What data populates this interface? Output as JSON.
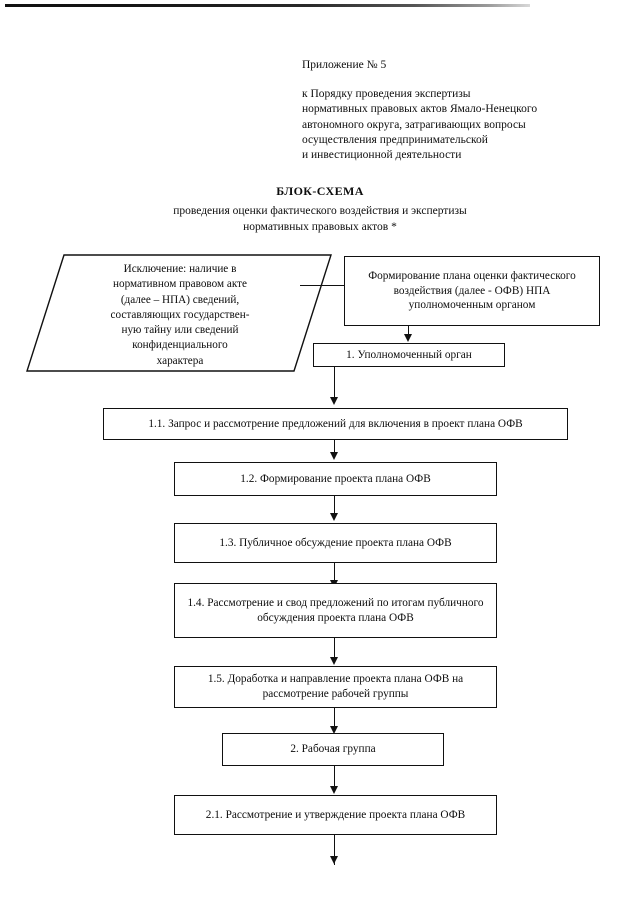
{
  "header": {
    "appendix": "Приложение № 5",
    "lines": [
      "к Порядку проведения экспертизы",
      "нормативных правовых актов  Ямало-Ненецкого",
      "автономного округа, затрагивающих вопросы",
      "осуществления предпринимательской",
      "и инвестиционной деятельности"
    ]
  },
  "title": {
    "main": "БЛОК-СХЕМА",
    "subtitle_line1": "проведения оценки фактического воздействия и экспертизы",
    "subtitle_line2": "нормативных правовых актов *"
  },
  "exception": {
    "lines": [
      "Исключение: наличие в",
      "нормативном правовом акте",
      "(далее – НПА) сведений,",
      "составляющих государствен-",
      "ную тайну или сведений",
      "конфиденциального",
      "характера"
    ]
  },
  "nodes": {
    "plan_formation": "Формирование плана оценки фактического воздействия (далее - ОФВ) НПА уполномоченным органом",
    "n1": "1. Уполномоченный орган",
    "n1_1": "1.1. Запрос и рассмотрение предложений для включения в проект плана ОФВ",
    "n1_2": "1.2. Формирование проекта плана ОФВ",
    "n1_3": "1.3. Публичное обсуждение проекта плана ОФВ",
    "n1_4": "1.4. Рассмотрение и свод предложений по итогам публичного обсуждения проекта плана ОФВ",
    "n1_5": "1.5. Доработка и направление проекта плана ОФВ на рассмотрение рабочей группы",
    "n2": "2. Рабочая группа",
    "n2_1": "2.1. Рассмотрение и утверждение проекта плана ОФВ"
  },
  "colors": {
    "ink": "#111111",
    "page": "#ffffff"
  }
}
